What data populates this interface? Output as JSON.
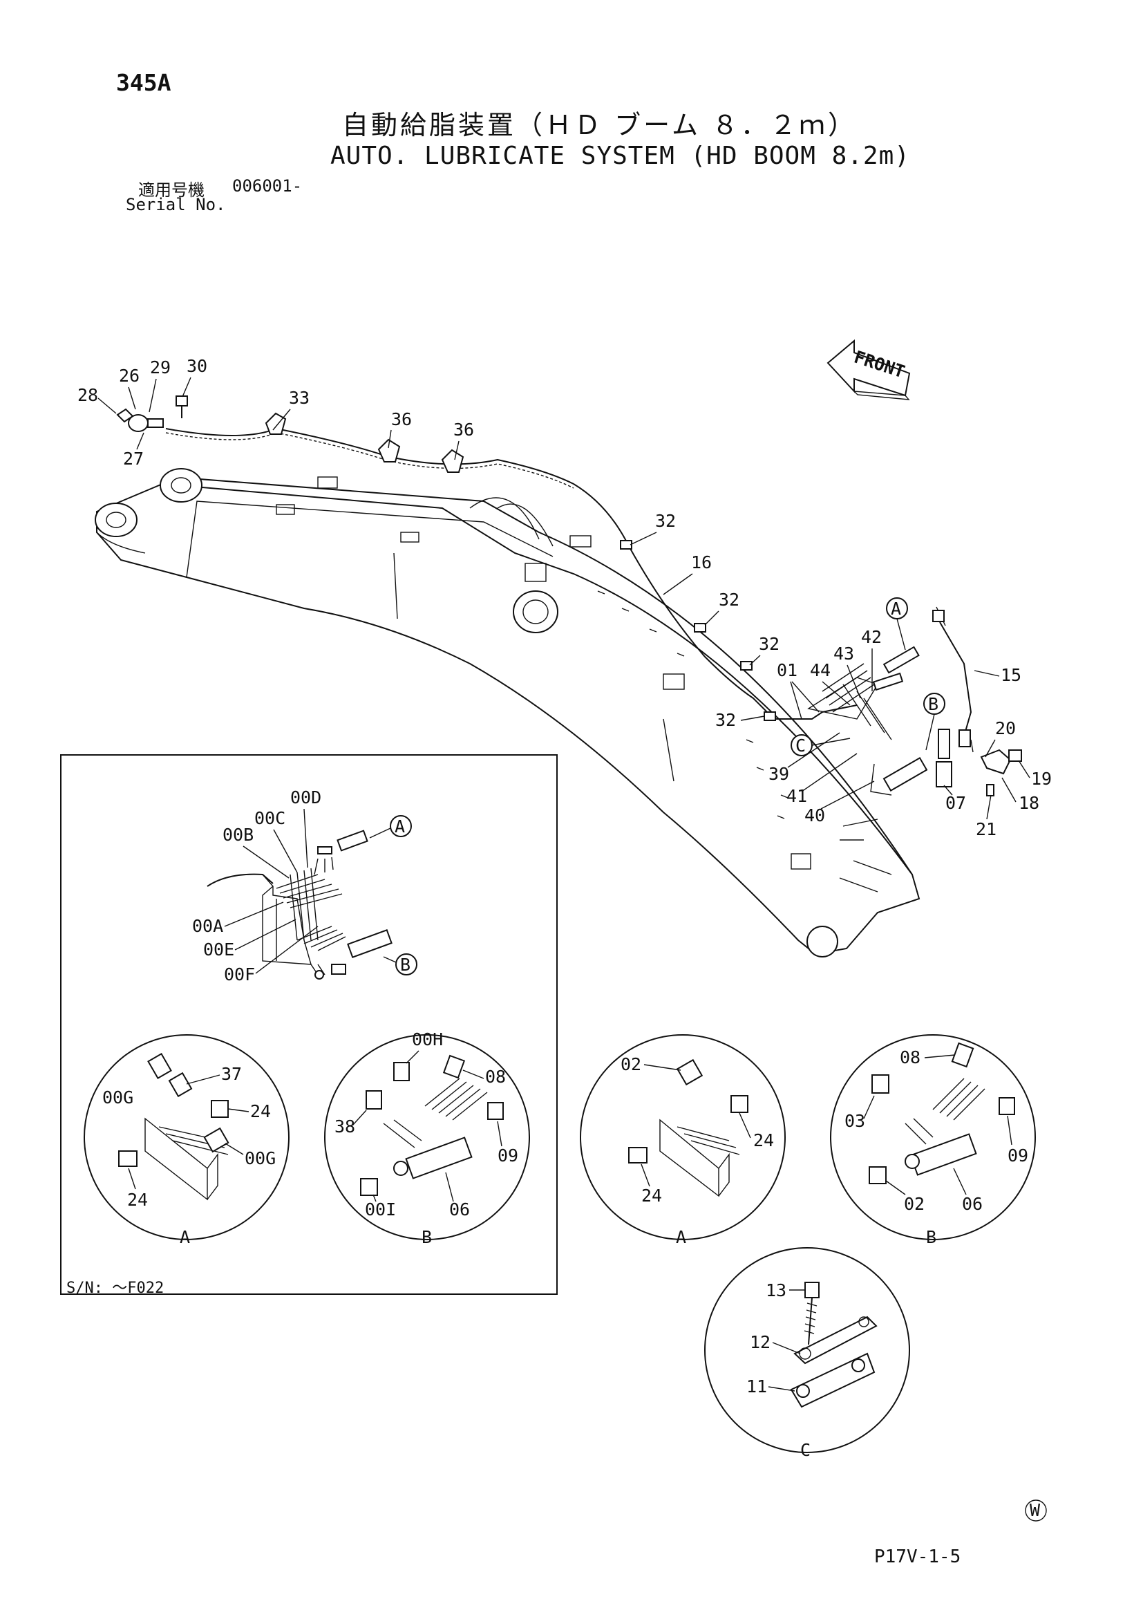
{
  "header": {
    "page_number": "345A",
    "title_jp": "自動給脂装置（ＨＤ ブーム ８．２ｍ）",
    "title_en": "AUTO. LUBRICATE SYSTEM (HD BOOM 8.2m)",
    "serial_label_jp": "適用号機",
    "serial_value": "006001-",
    "serial_label_en": "Serial No."
  },
  "front_label": "FRONT",
  "main_callouts": [
    "26",
    "29",
    "30",
    "28",
    "27",
    "33",
    "36",
    "36",
    "32",
    "16",
    "32",
    "32",
    "32",
    "01",
    "44",
    "43",
    "42",
    "15",
    "20",
    "19",
    "18",
    "21",
    "07",
    "39",
    "41",
    "40"
  ],
  "view_markers": {
    "a": "A",
    "b": "B",
    "c": "C"
  },
  "inset": {
    "serial_note": "S/N: ～F022",
    "callouts": [
      "00D",
      "00C",
      "00B",
      "00A",
      "00E",
      "00F"
    ],
    "detail_a": {
      "callouts": [
        "00G",
        "37",
        "24",
        "00G",
        "24"
      ],
      "label": "A"
    },
    "detail_b": {
      "callouts": [
        "00H",
        "08",
        "38",
        "09",
        "00I",
        "06"
      ],
      "label": "B"
    }
  },
  "detail_a": {
    "callouts": [
      "02",
      "24",
      "24"
    ],
    "label": "A"
  },
  "detail_b": {
    "callouts": [
      "08",
      "03",
      "09",
      "02",
      "06"
    ],
    "label": "B"
  },
  "detail_c": {
    "callouts": [
      "13",
      "12",
      "11"
    ],
    "label": "C"
  },
  "footer": {
    "mark": "W",
    "code": "P17V-1-5"
  }
}
